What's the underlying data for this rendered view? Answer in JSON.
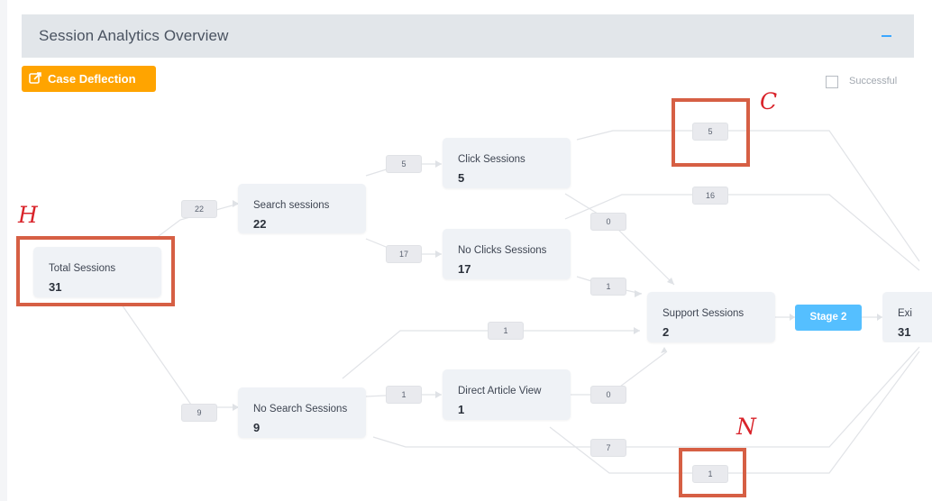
{
  "header": {
    "title": "Session Analytics Overview"
  },
  "case_button": {
    "label": "Case Deflection",
    "color": "#ffa400",
    "icon": "external-link-icon"
  },
  "legend": {
    "label": "Successful"
  },
  "nodes": {
    "total": {
      "label": "Total Sessions",
      "value": "31"
    },
    "search": {
      "label": "Search sessions",
      "value": "22"
    },
    "no_search": {
      "label": "No Search Sessions",
      "value": "9"
    },
    "click": {
      "label": "Click Sessions",
      "value": "5"
    },
    "no_clicks": {
      "label": "No Clicks Sessions",
      "value": "17"
    },
    "direct": {
      "label": "Direct Article View",
      "value": "1"
    },
    "support": {
      "label": "Support Sessions",
      "value": "2"
    },
    "exit": {
      "label": "Exi",
      "value": "31"
    }
  },
  "stage": {
    "label": "Stage 2",
    "color": "#55bfff"
  },
  "links": {
    "total_search": "22",
    "total_nosearch": "9",
    "search_click": "5",
    "search_noclick": "17",
    "click_exit": "5",
    "noclick_exit": "16",
    "click_support": "0",
    "noclick_support": "1",
    "nosearch_support": "1",
    "nosearch_direct": "1",
    "direct_support": "0",
    "nosearch_exit": "7",
    "direct_exit": "1"
  },
  "annotations": {
    "h": "H",
    "c": "C",
    "n": "N",
    "highlight_color": "#d65f44",
    "letter_color": "#d9232a"
  }
}
